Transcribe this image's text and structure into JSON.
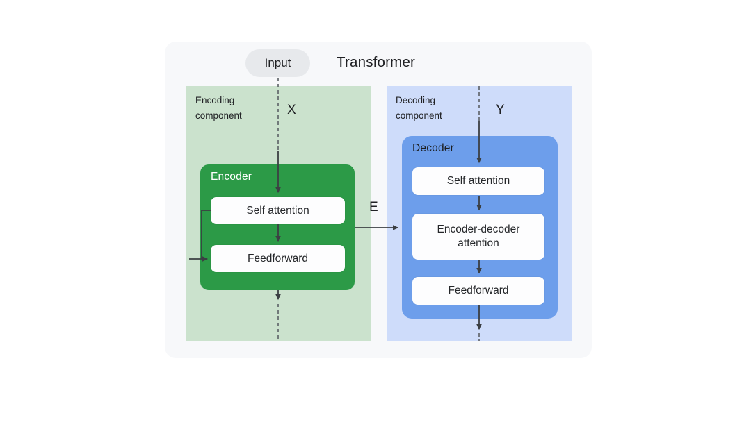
{
  "title": "Transformer",
  "input": {
    "label": "Input"
  },
  "flow_labels": {
    "x": "X",
    "y": "Y",
    "e": "E"
  },
  "encoder_panel": {
    "label": "Encoding component",
    "box_title": "Encoder",
    "blocks": [
      "Self attention",
      "Feedforward"
    ]
  },
  "decoder_panel": {
    "label": "Decoding component",
    "box_title": "Decoder",
    "blocks": [
      "Self attention",
      "Encoder-decoder attention",
      "Feedforward"
    ]
  },
  "colors": {
    "card_bg": "#f7f8fa",
    "pill_bg": "#e7e9ec",
    "encoding_panel_bg": "#cbe2cd",
    "decoding_panel_bg": "#cedcfa",
    "encoder_box_bg": "#2c9a47",
    "decoder_box_bg": "#6d9eeb",
    "block_bg": "#fdfdfe",
    "text_dark": "#202124",
    "arrow": "#3b3f43"
  }
}
